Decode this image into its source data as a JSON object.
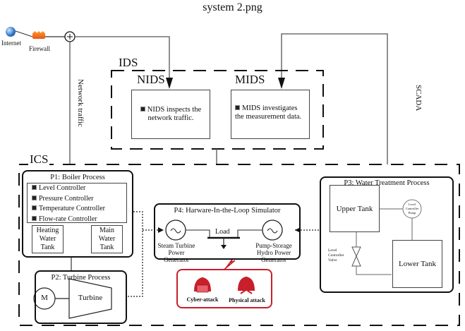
{
  "title": "system 2.png",
  "network": {
    "internet_label": "Internet",
    "firewall_label": "Firewall",
    "network_traffic_label": "Network traffic",
    "scada_label": "SCADA"
  },
  "ids": {
    "label": "IDS",
    "nids": {
      "label": "NIDS",
      "text": "NIDS inspects the network traffic."
    },
    "mids": {
      "label": "MIDS",
      "text": "MIDS investigates the measurement data."
    }
  },
  "ics": {
    "label": "ICS",
    "p1": {
      "title": "P1: Boiler Process",
      "controllers": [
        "Level Controller",
        "Pressure Controller",
        "Temperature Controller",
        "Flow-rate Controller"
      ],
      "heating_tank": "Heating Water Tank",
      "main_tank": "Main Water Tank"
    },
    "p2": {
      "title": "P2: Turbine Process",
      "motor_label": "M",
      "turbine_label": "Turbine"
    },
    "p3": {
      "title": "P3: Water Treatment Process",
      "upper_tank": "Upper Tank",
      "lower_tank": "Lower Tank",
      "pump_label": "Level Controller Pump",
      "valve_label": "Level Controller Valve"
    },
    "p4": {
      "title": "P4: Harware-In-the-Loop Simulator",
      "load_label": "Load",
      "gen1_label": "Steam Turbine Power Generator",
      "gen2_label": "Pump-Storage Hydro Power Generator"
    }
  },
  "attacks": {
    "cyber": "Cyber-attack",
    "physical": "Physical attack",
    "color": "#c8202a"
  }
}
